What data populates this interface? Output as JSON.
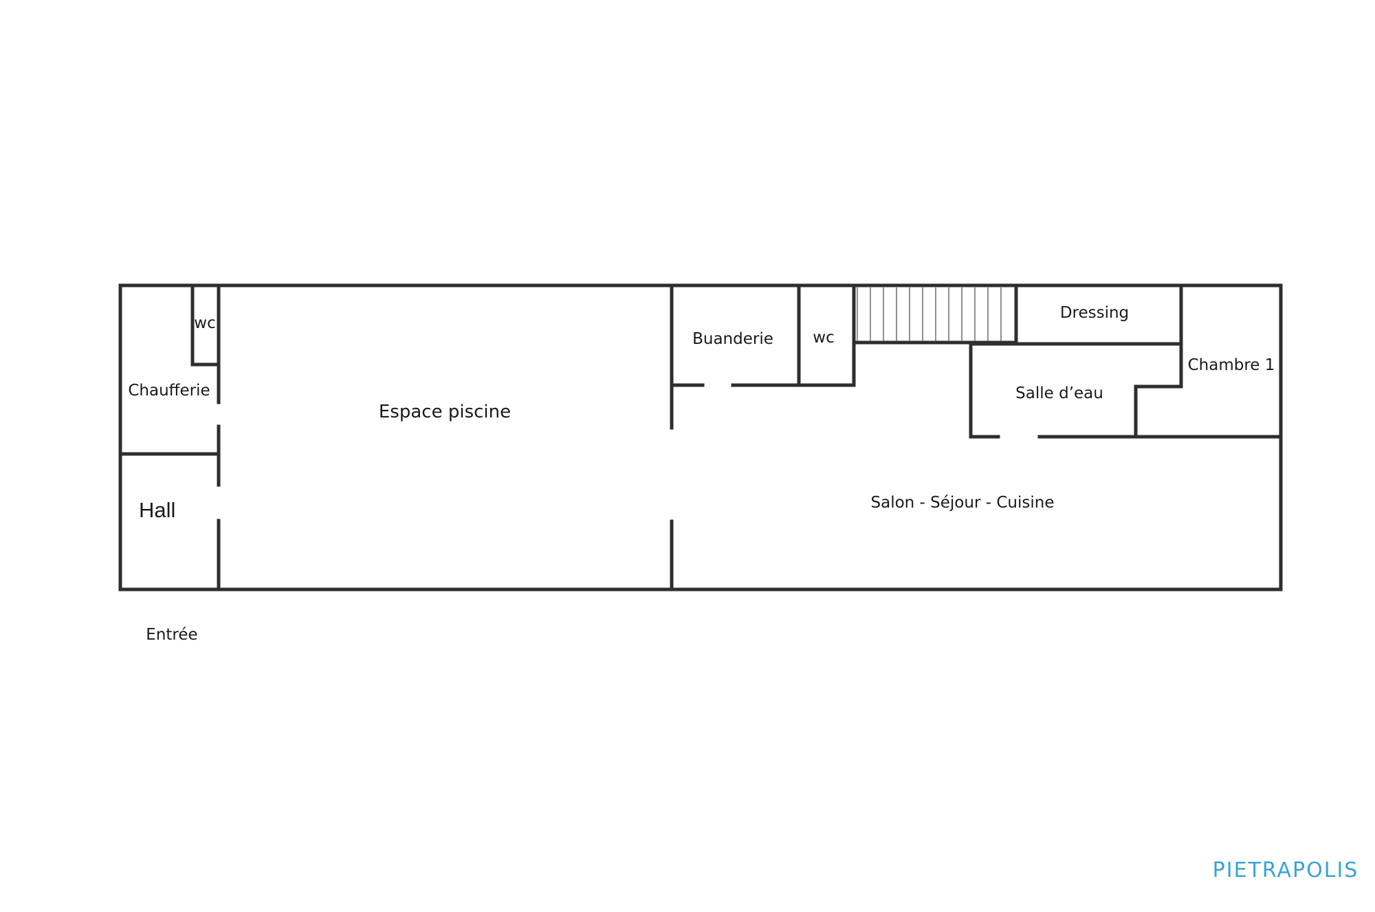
{
  "rooms": {
    "wc_left": "wc",
    "chaufferie": "Chaufferie",
    "hall": "Hall",
    "espace_piscine": "Espace piscine",
    "buanderie": "Buanderie",
    "wc_right": "wc",
    "dressing": "Dressing",
    "salle_deau": "Salle d’eau",
    "chambre_1": "Chambre 1",
    "salon": "Salon - Séjour - Cuisine"
  },
  "entree": "Entrée",
  "brand": "PIETRAPOLIS",
  "colors": {
    "walls": "#2e2e2e",
    "brand": "#3aa3d8",
    "background": "#ffffff"
  }
}
